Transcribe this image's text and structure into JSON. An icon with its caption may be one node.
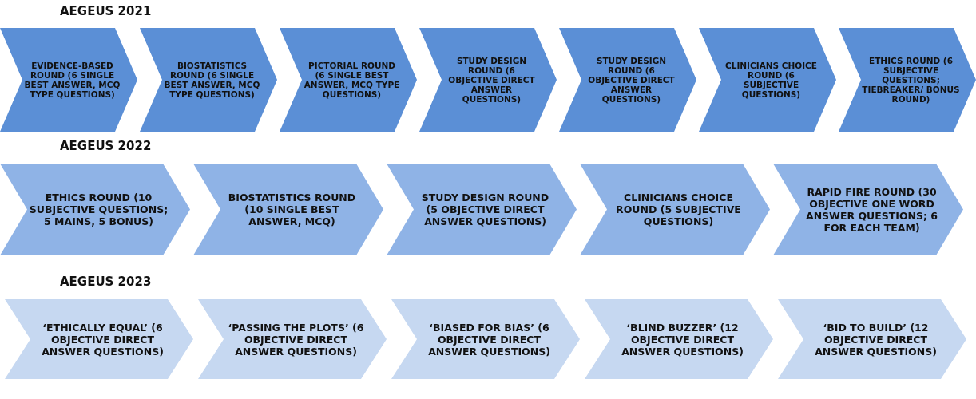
{
  "diagram": {
    "nodes": [
      {
        "text": [
          "EVIDENCE-BASED ROUND (6 SINGLE BEST ANSWER, MCQ TYPE QUESTIONS)"
        ]
      },
      {
        "text": [
          "BIOSTATISTICS ROUND (6 SINGLE BEST ANSWER, MCQ TYPE QUESTIONS)"
        ]
      },
      {
        "text": [
          "PICTORIAL ROUND (6 SINGLE BEST ANSWER, MCQ TYPE QUESTIONS)"
        ]
      },
      {
        "text": [
          "STUDY DESIGN ROUND (6 OBJECTIVE DIRECT ANSWER QUESTIONS)"
        ]
      },
      {
        "text": [
          "STUDY DESIGN ROUND (6 OBJECTIVE DIRECT ANSWER QUESTIONS)"
        ]
      },
      {
        "text": [
          "CLINICIANS CHOICE ROUND (6 SUBJECTIVE QUESTIONS)"
        ]
      },
      {
        "text": [
          "ETHICS ROUND (6 SUBJECTIVE QUESTIONS; TIEBREAKER/ BONUS ROUND)"
        ]
      },
      {
        "text": [
          "ETHICS ROUND (10 SUBJECTIVE QUESTIONS; 5 MAINS, 5 BONUS)"
        ]
      },
      {
        "text": [
          "BIOSTATISTICS ROUND (10 SINGLE BEST ANSWER, MCQ)"
        ]
      },
      {
        "text": [
          "STUDY DESIGN ROUND (5 OBJECTIVE DIRECT ANSWER QUESTIONS)"
        ]
      },
      {
        "text": [
          "CLINICIANS CHOICE ROUND (5 SUBJECTIVE QUESTIONS)"
        ]
      },
      {
        "text": [
          "RAPID FIRE ROUND (30 OBJECTIVE ONE WORD ANSWER QUESTIONS; 6 FOR EACH TEAM)"
        ]
      },
      {
        "text": [
          "‘ETHICALLY EQUAL’ (6 OBJECTIVE DIRECT ANSWER QUESTIONS)"
        ]
      },
      {
        "text": [
          "‘PASSING THE PLOTS’ (6 OBJECTIVE DIRECT ANSWER QUESTIONS)"
        ]
      },
      {
        "text": [
          "‘BIASED FOR BIAS’ (6 OBJECTIVE DIRECT ANSWER QUESTIONS)"
        ]
      },
      {
        "text": [
          "‘BLIND BUZZER’ (12 OBJECTIVE DIRECT ANSWER QUESTIONS)"
        ]
      },
      {
        "text": [
          "‘BID TO BUILD’ (12 OBJECTIVE DIRECT ANSWER QUESTIONS)"
        ]
      }
    ],
    "labels": [
      "AEGEUS 2021",
      "AEGEUS 2022",
      "AEGEUS 2023"
    ]
  }
}
